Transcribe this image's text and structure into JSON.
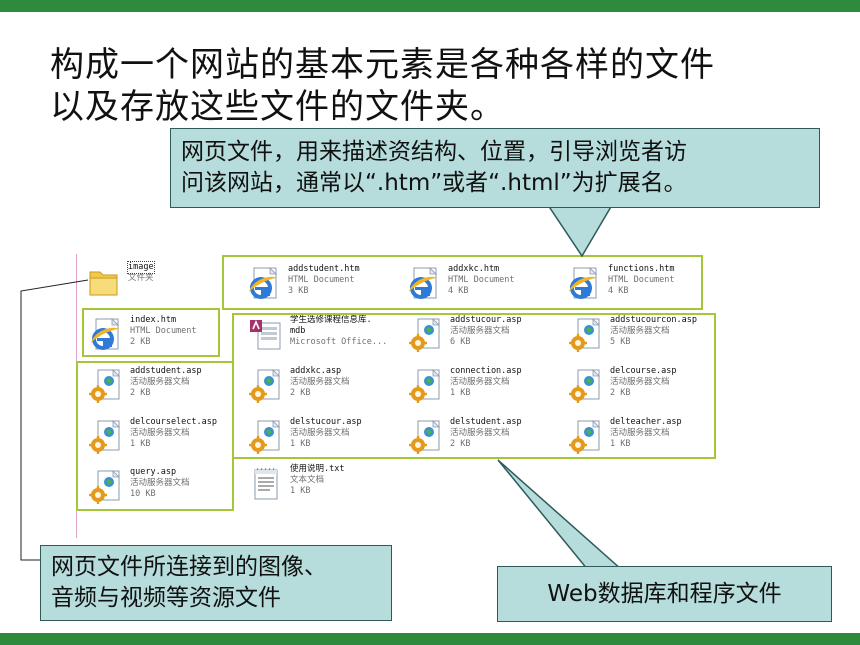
{
  "title": {
    "line1": "构成一个网站的基本元素是各种各样的文件",
    "line2": "以及存放这些文件的文件夹。"
  },
  "callouts": {
    "top": {
      "line1": "网页文件，用来描述资结构、位置，引导浏览者访",
      "line2": "问该网站，通常以“.htm”或者“.html”为扩展名。"
    },
    "bottom_left": {
      "line1": "网页文件所连接到的图像、",
      "line2": "音频与视频等资源文件"
    },
    "bottom_right": {
      "text": "Web数据库和程序文件"
    }
  },
  "colors": {
    "accent_bar": "#2e8a3c",
    "group_box": "#a6c639",
    "callout_fill": "#b6dcdc",
    "callout_border": "#2e5a5a"
  },
  "files": {
    "image": {
      "name": "image",
      "type": "文件夹",
      "size": "",
      "icon": "folder-icon"
    },
    "addstudent_htm": {
      "name": "addstudent.htm",
      "type": "HTML Document",
      "size": "3 KB",
      "icon": "ie-html-icon"
    },
    "addxkc_htm": {
      "name": "addxkc.htm",
      "type": "HTML Document",
      "size": "4 KB",
      "icon": "ie-html-icon"
    },
    "functions_htm": {
      "name": "functions.htm",
      "type": "HTML Document",
      "size": "4 KB",
      "icon": "ie-html-icon"
    },
    "index_htm": {
      "name": "index.htm",
      "type": "HTML Document",
      "size": "2 KB",
      "icon": "ie-html-icon"
    },
    "mdb": {
      "name": "学生选修课程信息库.",
      "name2": "mdb",
      "type": "Microsoft Office...",
      "size": "",
      "icon": "access-db-icon"
    },
    "addstucour_asp": {
      "name": "addstucour.asp",
      "type": "活动服务器文档",
      "size": "6 KB",
      "icon": "asp-icon"
    },
    "addstucourcon_asp": {
      "name": "addstucourcon.asp",
      "type": "活动服务器文档",
      "size": "5 KB",
      "icon": "asp-icon"
    },
    "addstudent_asp": {
      "name": "addstudent.asp",
      "type": "活动服务器文档",
      "size": "2 KB",
      "icon": "asp-icon"
    },
    "addxkc_asp": {
      "name": "addxkc.asp",
      "type": "活动服务器文档",
      "size": "2 KB",
      "icon": "asp-icon"
    },
    "connection_asp": {
      "name": "connection.asp",
      "type": "活动服务器文档",
      "size": "1 KB",
      "icon": "asp-icon"
    },
    "delcourse_asp": {
      "name": "delcourse.asp",
      "type": "活动服务器文档",
      "size": "2 KB",
      "icon": "asp-icon"
    },
    "delcourselect_asp": {
      "name": "delcourselect.asp",
      "type": "活动服务器文档",
      "size": "1 KB",
      "icon": "asp-icon"
    },
    "delstucour_asp": {
      "name": "delstucour.asp",
      "type": "活动服务器文档",
      "size": "1 KB",
      "icon": "asp-icon"
    },
    "delstudent_asp": {
      "name": "delstudent.asp",
      "type": "活动服务器文档",
      "size": "2 KB",
      "icon": "asp-icon"
    },
    "delteacher_asp": {
      "name": "delteacher.asp",
      "type": "活动服务器文档",
      "size": "1 KB",
      "icon": "asp-icon"
    },
    "query_asp": {
      "name": "query.asp",
      "type": "活动服务器文档",
      "size": "10 KB",
      "icon": "asp-icon"
    },
    "readme_txt": {
      "name": "使用说明.txt",
      "type": "文本文档",
      "size": "1 KB",
      "icon": "text-document-icon"
    }
  }
}
